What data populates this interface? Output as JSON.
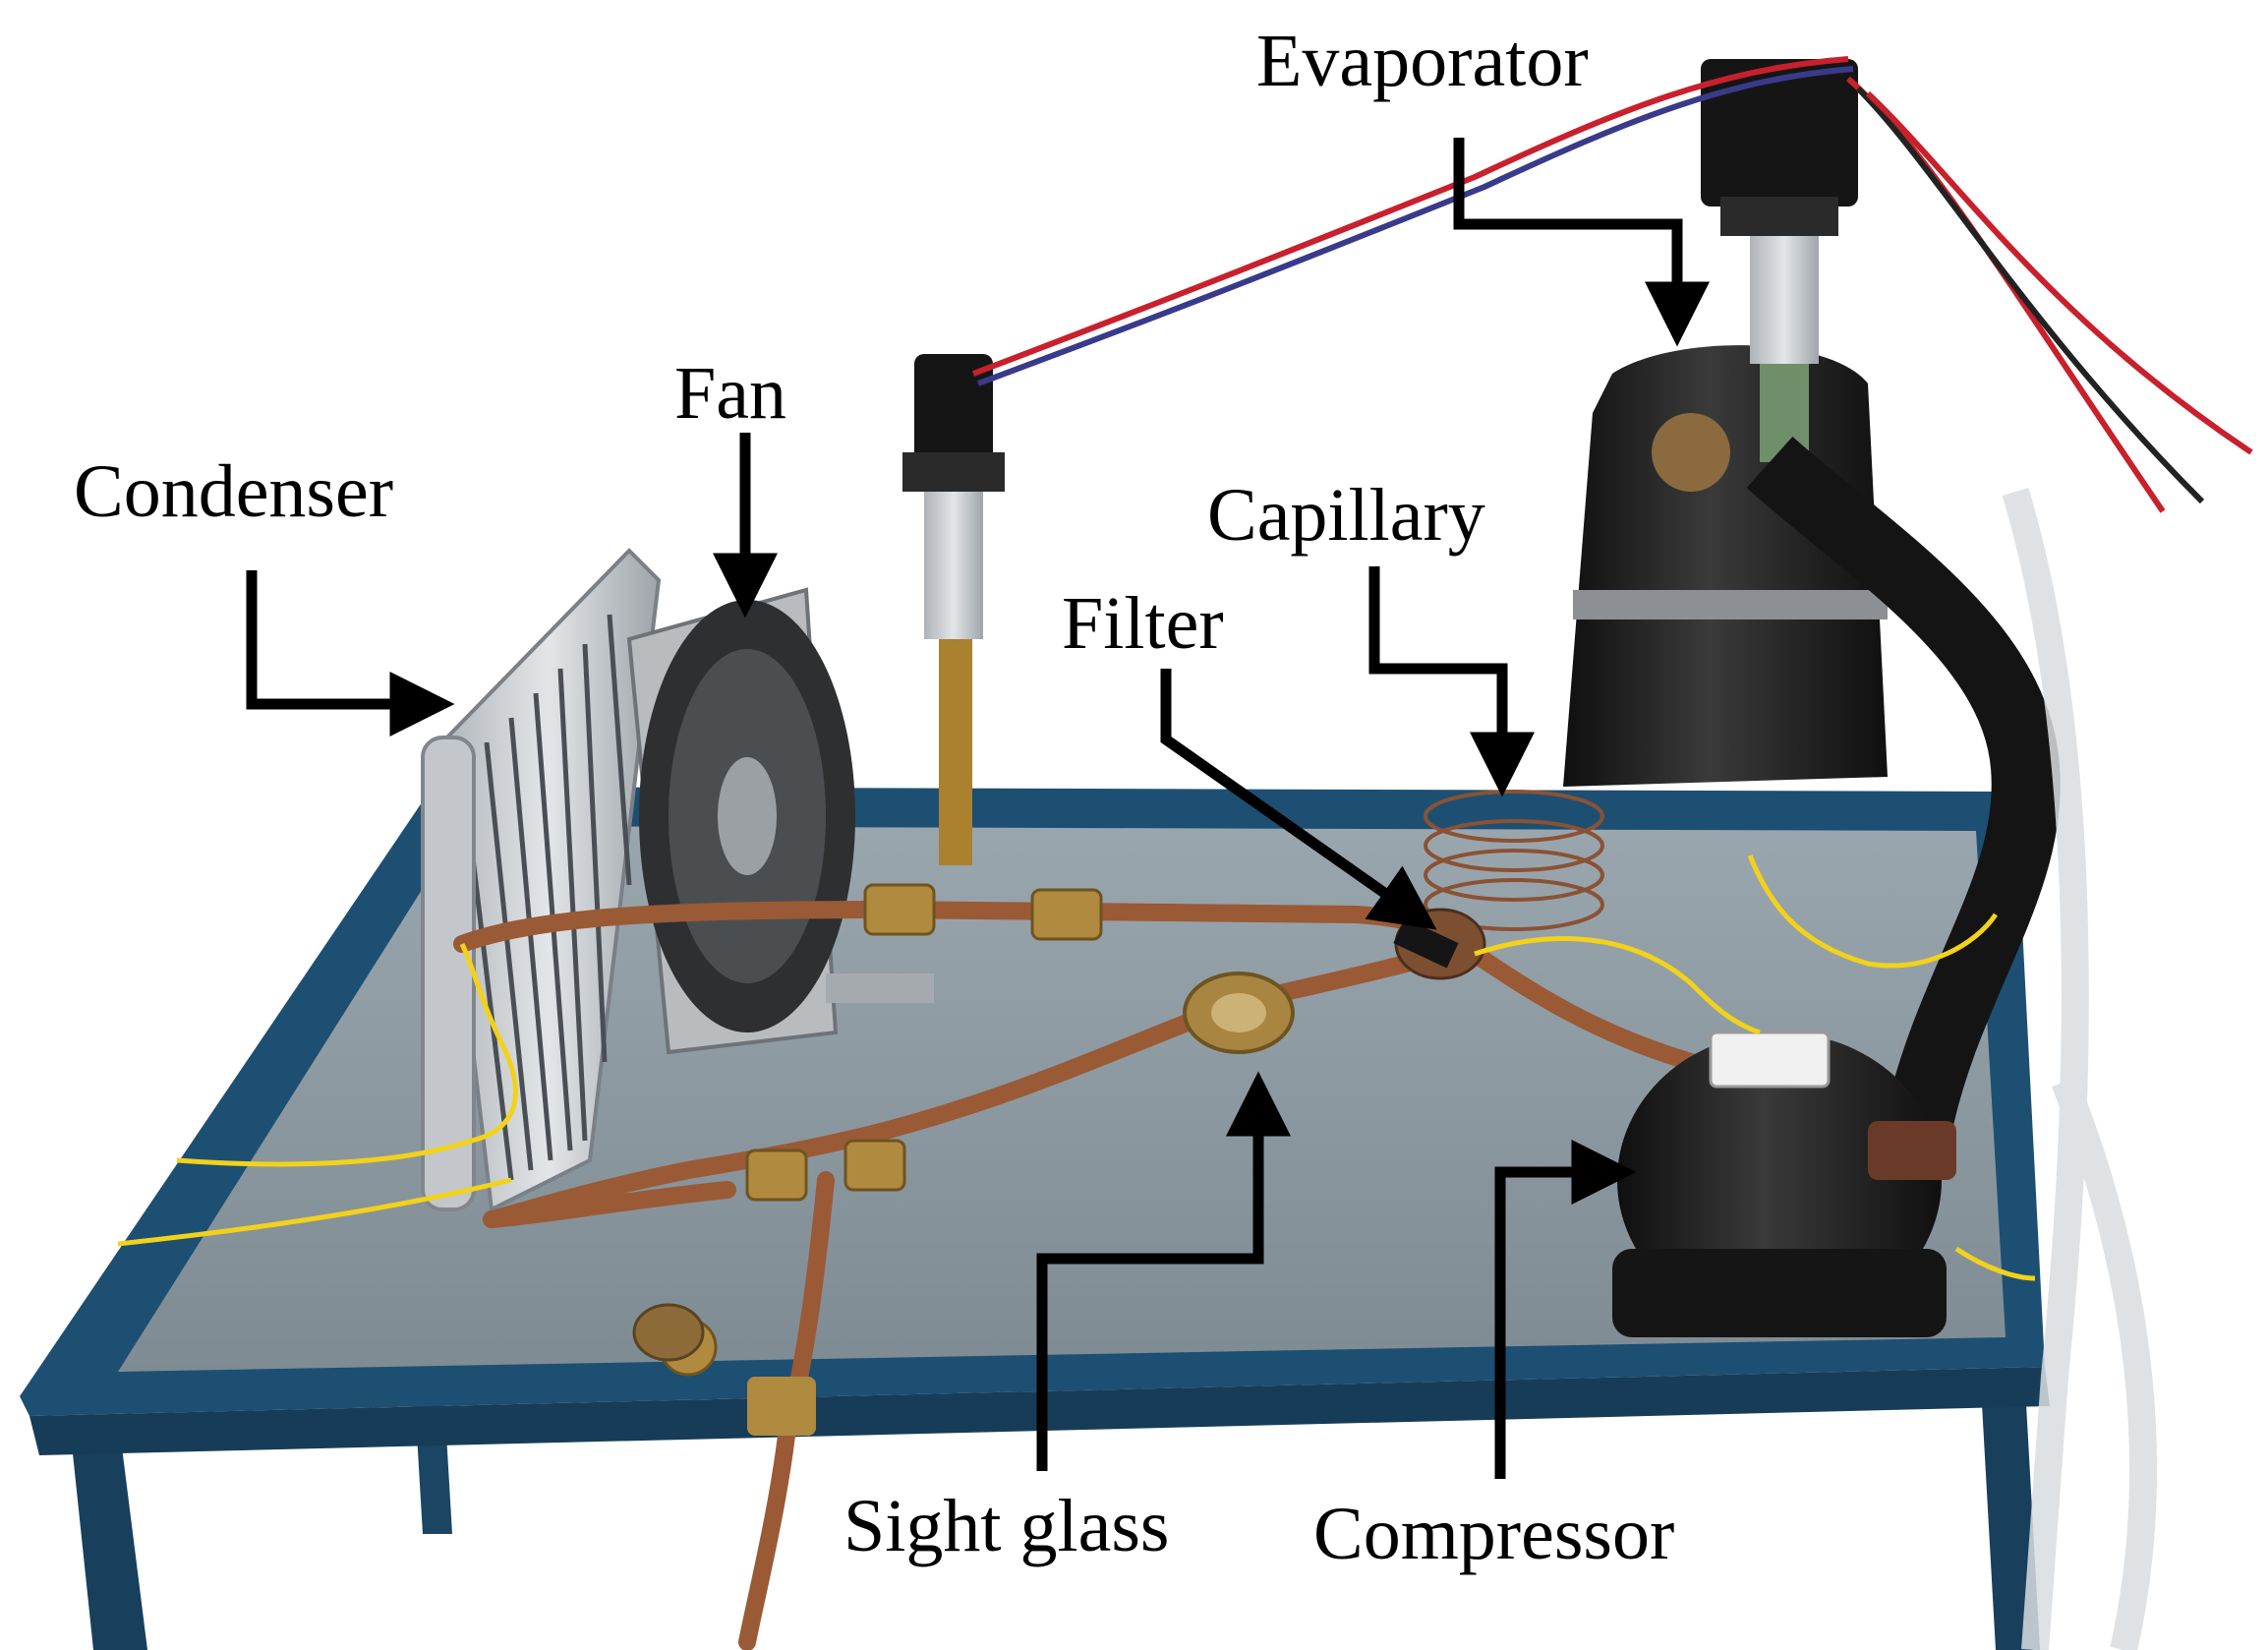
{
  "labels": {
    "condenser": "Condenser",
    "fan": "Fan",
    "evaporator": "Evaporator",
    "capillary": "Capillary",
    "filter": "Filter",
    "sight_glass": "Sight glass",
    "compressor": "Compressor"
  },
  "colors": {
    "table_frame": "#1d4f72",
    "table_top": "#8d9aa3",
    "copper_pipe": "#9a5a36",
    "brass_fitting": "#b08a3e",
    "aluminium": "#c7cbcf",
    "black_components": "#1b1b1b",
    "yellow_wire": "#f2d21a",
    "red_wire": "#c8202c",
    "callout_arrows": "#000000"
  }
}
